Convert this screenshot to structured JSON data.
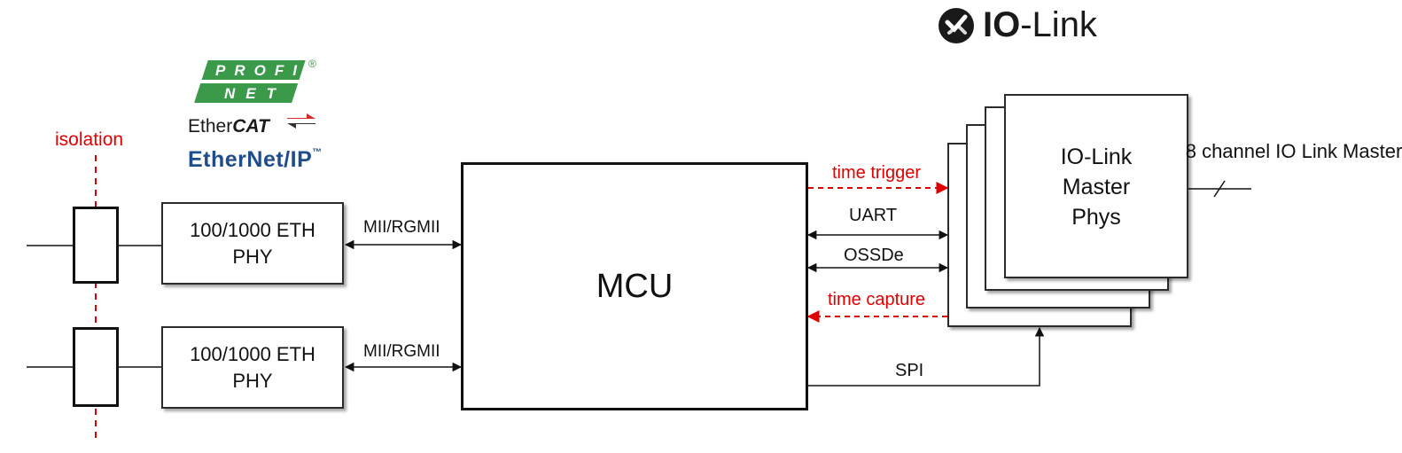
{
  "isolation_label": "isolation",
  "phy_top": {
    "label": "100/1000 ETH\nPHY",
    "bus": "MII/RGMII"
  },
  "phy_bottom": {
    "label": "100/1000 ETH\nPHY",
    "bus": "MII/RGMII"
  },
  "mcu": {
    "label": "MCU"
  },
  "signals": {
    "time_trigger": "time trigger",
    "uart": "UART",
    "ossde": "OSSDe",
    "time_capture": "time capture",
    "spi": "SPI"
  },
  "iolink_phys": {
    "label": "IO-Link\nMaster\nPhys"
  },
  "output_label": "8 channel\nIO Link\nMaster",
  "logos": {
    "profinet_top": "PROFI",
    "profinet_bottom": "NET",
    "registered": "®",
    "ethercat_plain": "Ether",
    "ethercat_bold": "CAT",
    "ethernetip": "EtherNet/IP",
    "trademark": "™",
    "iolink_bold": "IO",
    "iolink_rest": "-Link"
  },
  "colors": {
    "accent_red": "#e00000",
    "profinet_green": "#3a9a4a",
    "ethernetip_blue": "#1f4d8c"
  }
}
